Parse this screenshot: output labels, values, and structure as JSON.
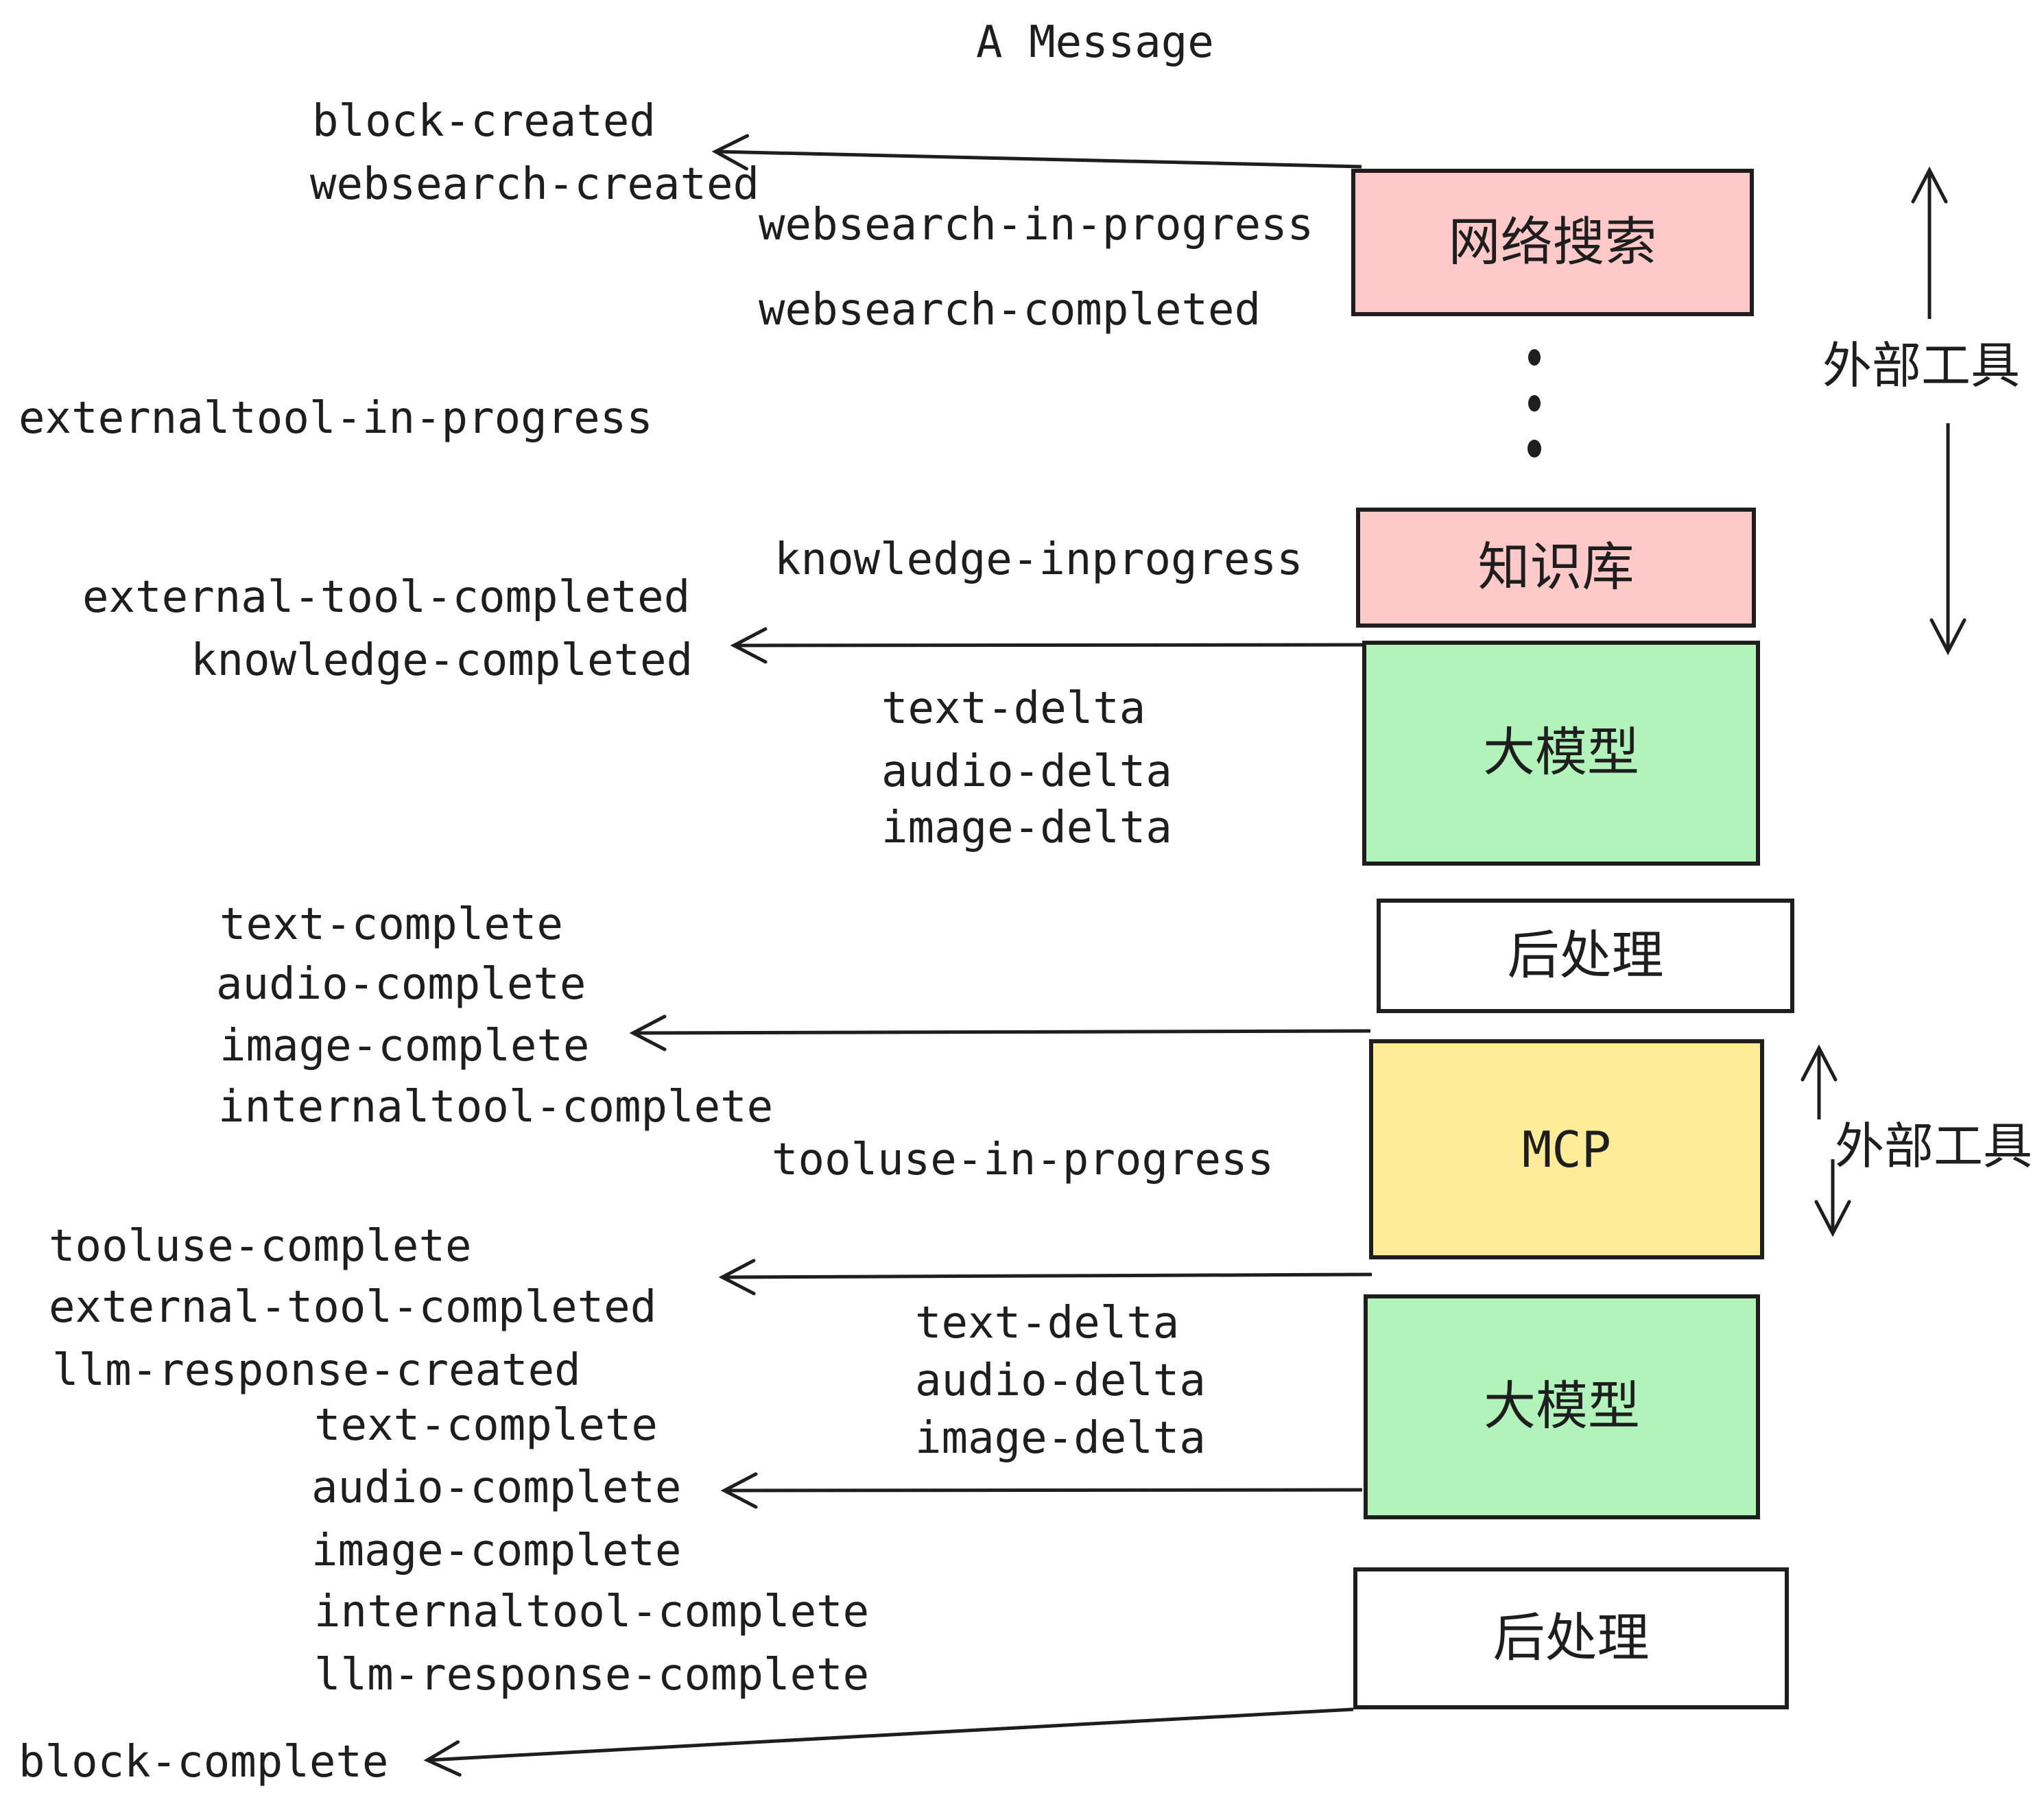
{
  "title": "A Message",
  "colors": {
    "ink": "#1e1e1e",
    "pink": "#ffc9c9",
    "green": "#b2f2bb",
    "yellow": "#ffec99",
    "white": "#ffffff"
  },
  "boxes": [
    {
      "id": "websearch",
      "label": "网络搜索",
      "color": "#ffc9c9"
    },
    {
      "id": "knowledge",
      "label": "知识库",
      "color": "#ffc9c9"
    },
    {
      "id": "llm1",
      "label": "大模型",
      "color": "#b2f2bb"
    },
    {
      "id": "post1",
      "label": "后处理",
      "color": "#ffffff"
    },
    {
      "id": "mcp",
      "label": "MCP",
      "color": "#ffec99"
    },
    {
      "id": "llm2",
      "label": "大模型",
      "color": "#b2f2bb"
    },
    {
      "id": "post2",
      "label": "后处理",
      "color": "#ffffff"
    }
  ],
  "events": {
    "block_created": "block-created",
    "websearch_created": "websearch-created",
    "websearch_in_progress": "websearch-in-progress",
    "websearch_completed": "websearch-completed",
    "externaltool_in_progress": "externaltool-in-progress",
    "knowledge_inprogress": "knowledge-inprogress",
    "external_tool_completed": "external-tool-completed",
    "knowledge_completed": "knowledge-completed",
    "text_delta": "text-delta",
    "audio_delta": "audio-delta",
    "image_delta": "image-delta",
    "text_complete": "text-complete",
    "audio_complete": "audio-complete",
    "image_complete": "image-complete",
    "internaltool_complete": "internaltool-complete",
    "tooluse_in_progress": "tooluse-in-progress",
    "tooluse_complete": "tooluse-complete",
    "llm_response_created": "llm-response-created",
    "llm_response_complete": "llm-response-complete",
    "block_complete": "block-complete"
  },
  "annotations": {
    "external_tools_1": "外部工具",
    "external_tools_2": "外部工具"
  }
}
